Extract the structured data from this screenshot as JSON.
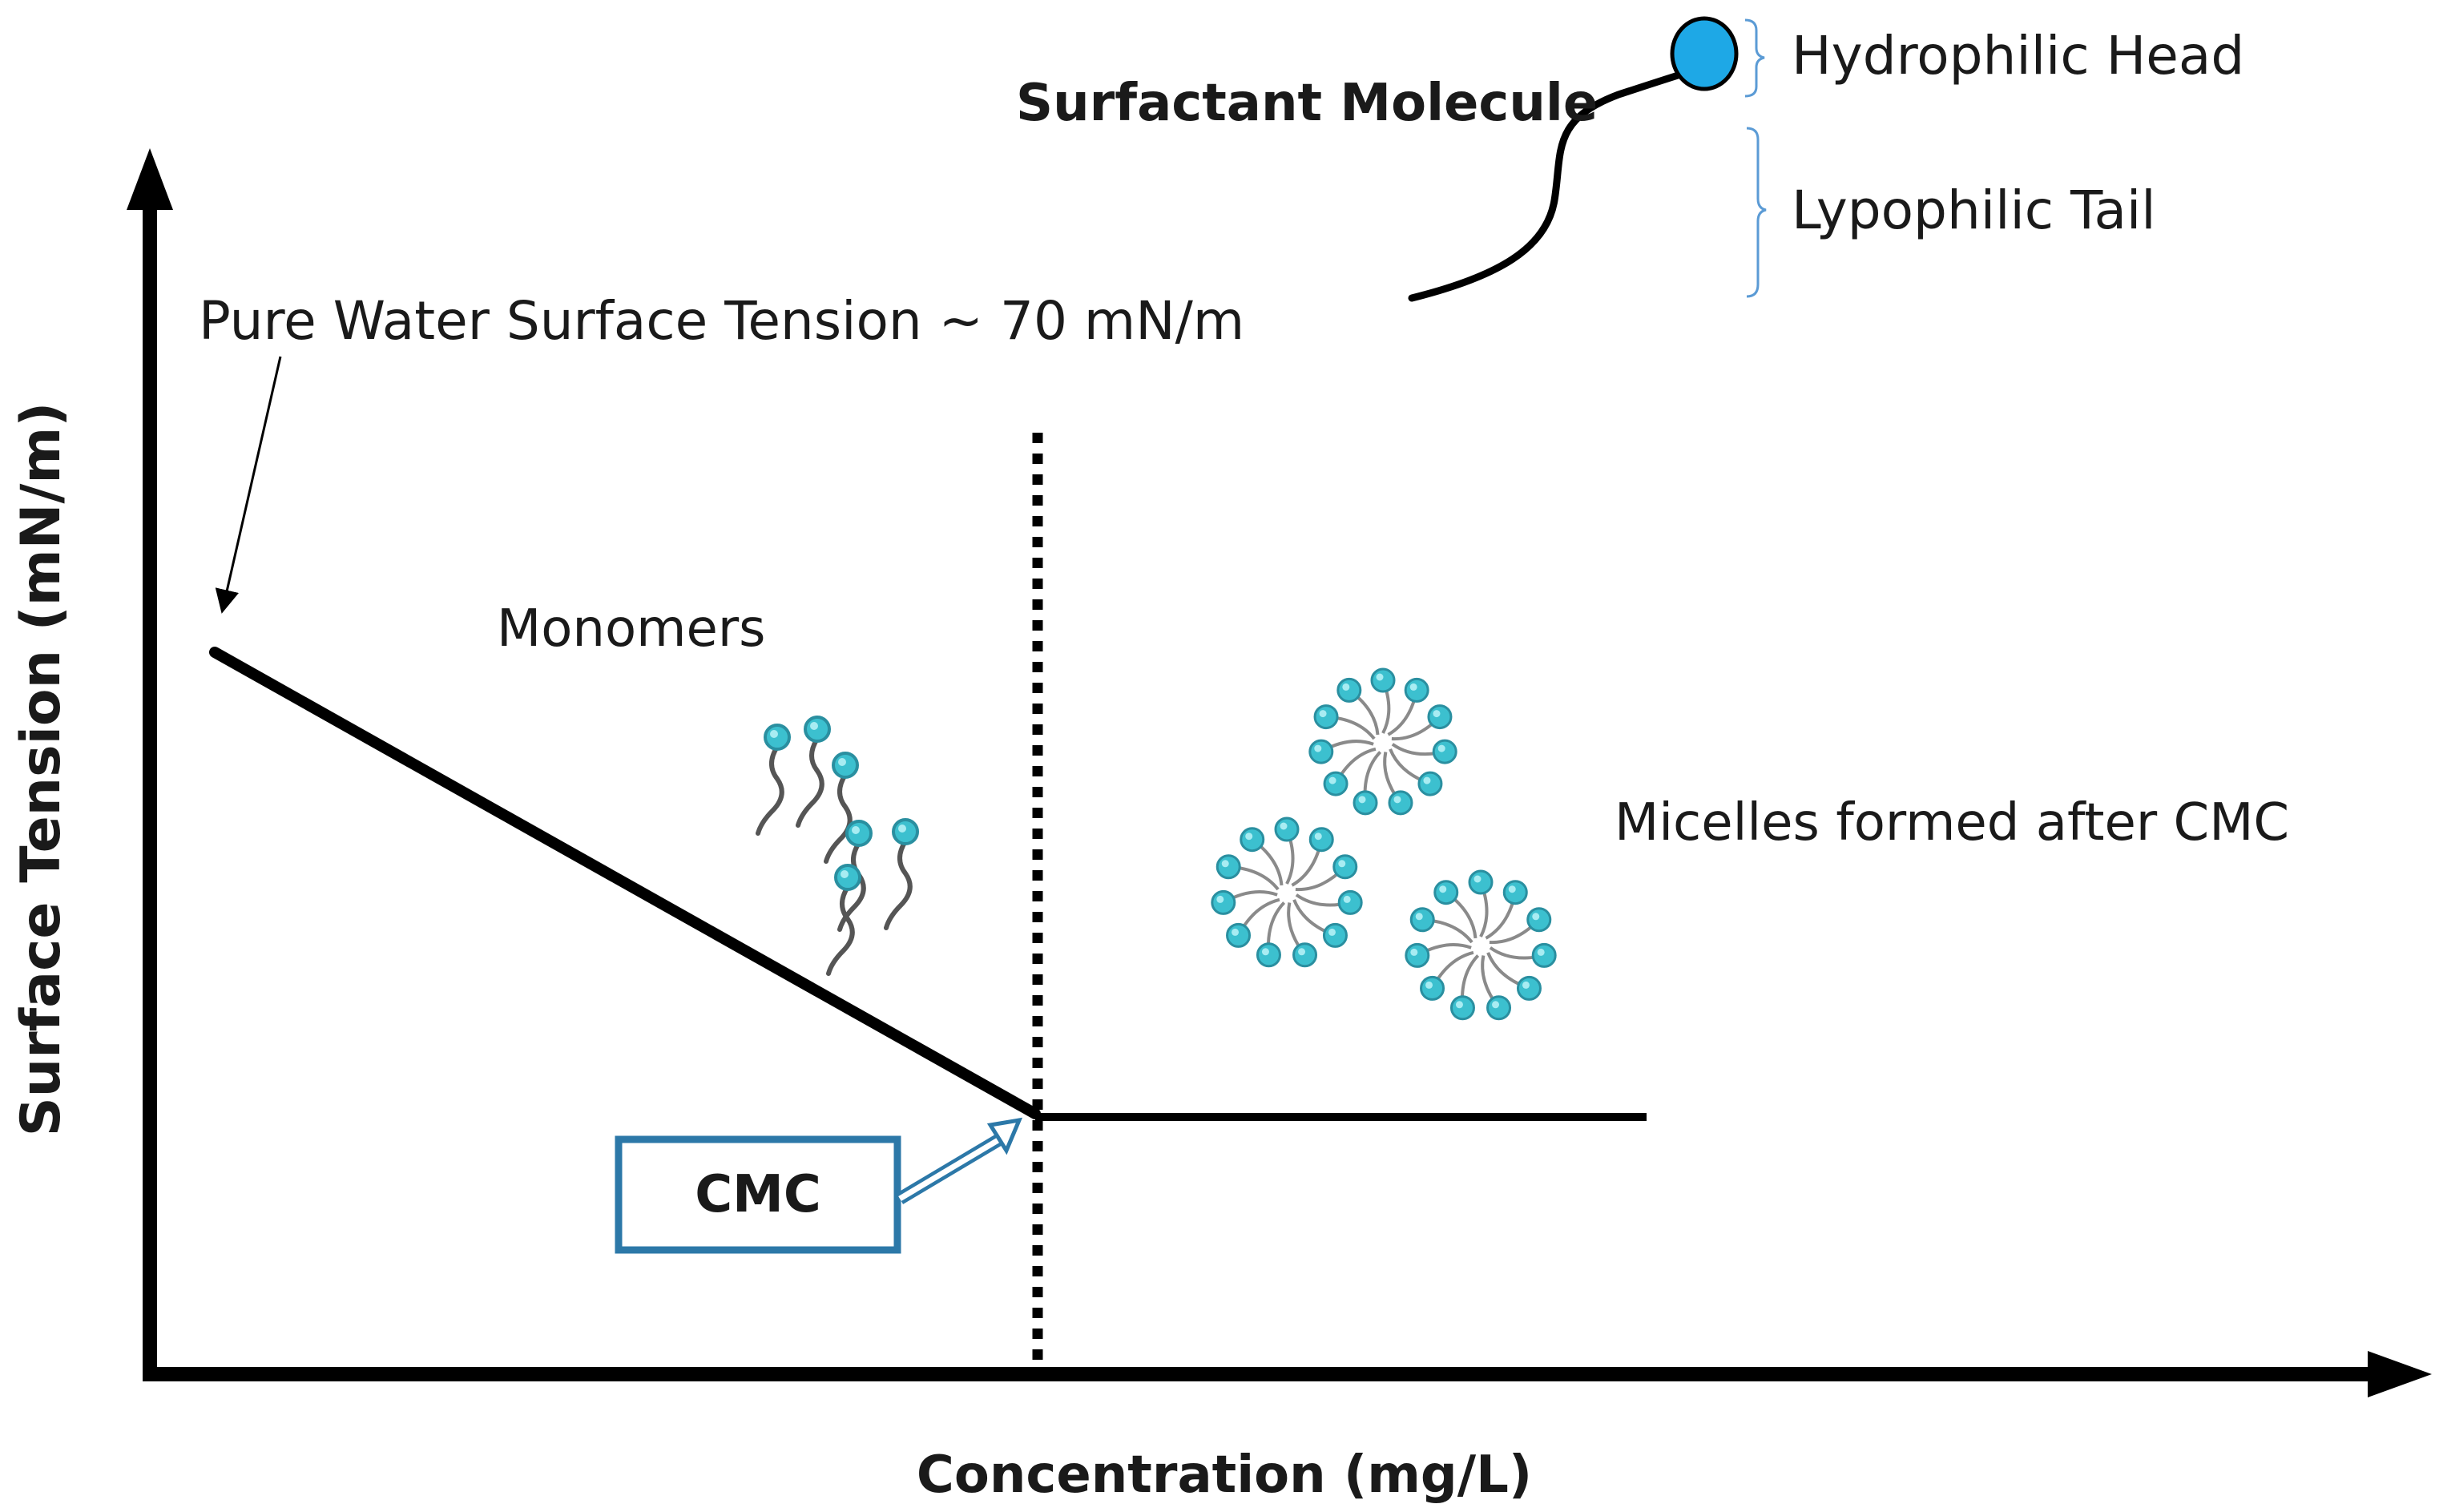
{
  "molecule": {
    "title": "Surfactant Molecule",
    "head_label": "Hydrophilic Head",
    "tail_label": "Lypophilic Tail"
  },
  "axes": {
    "y_label": "Surface Tension (mN/m)",
    "x_label": "Concentration (mg/L)"
  },
  "annotations": {
    "pure_water": "Pure Water Surface Tension ~ 70 mN/m",
    "monomers": "Monomers",
    "micelles": "Micelles formed after CMC",
    "cmc": "CMC"
  },
  "colors": {
    "head_fill": "#1ea8e6",
    "bead_fill": "#3cc0cf",
    "tail_gray": "#8a8a8a",
    "cmc_box": "#2c78a8",
    "bracket": "#5b9bd5",
    "line": "#000000"
  },
  "icons": [
    "surfactant-molecule-icon",
    "monomer-icon",
    "micelle-icon"
  ]
}
